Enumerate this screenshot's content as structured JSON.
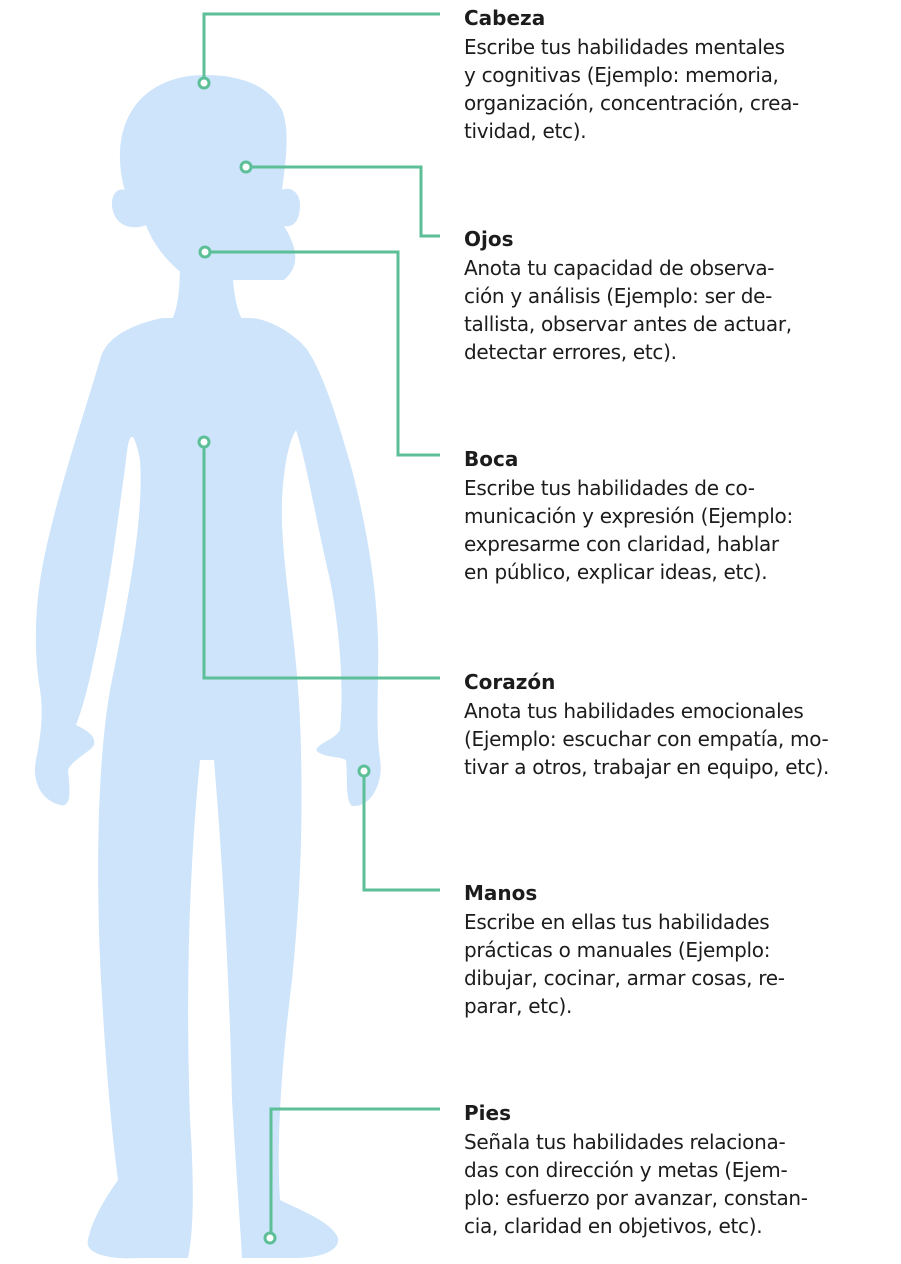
{
  "colors": {
    "body_fill": "#cde4fb",
    "connector": "#5cbf97",
    "text": "#1c1c1c"
  },
  "labels": [
    {
      "title": "Cabeza",
      "text": "Escribe tus habilidades mentales\ny cognitivas (Ejemplo: memoria,\norganización, concentración, crea-\ntividad, etc)."
    },
    {
      "title": "Ojos",
      "text": "Anota tu capacidad de observa-\nción y análisis (Ejemplo: ser de-\ntallista, observar antes de actuar,\ndetectar errores, etc)."
    },
    {
      "title": "Boca",
      "text": "Escribe tus habilidades de co-\nmunicación y expresión (Ejemplo:\nexpresarme con claridad, hablar\nen público, explicar ideas, etc)."
    },
    {
      "title": "Corazón",
      "text": "Anota tus habilidades emocionales\n(Ejemplo: escuchar con empatía, mo-\ntivar a otros, trabajar en equipo, etc)."
    },
    {
      "title": "Manos",
      "text": "Escribe en ellas tus habilidades\nprácticas o manuales (Ejemplo:\ndibujar, cocinar, armar cosas, re-\nparar, etc)."
    },
    {
      "title": "Pies",
      "text": "Señala tus habilidades relaciona-\ndas con dirección y metas (Ejem-\nplo: esfuerzo por avanzar, constan-\ncia, claridad en objetivos, etc)."
    }
  ]
}
